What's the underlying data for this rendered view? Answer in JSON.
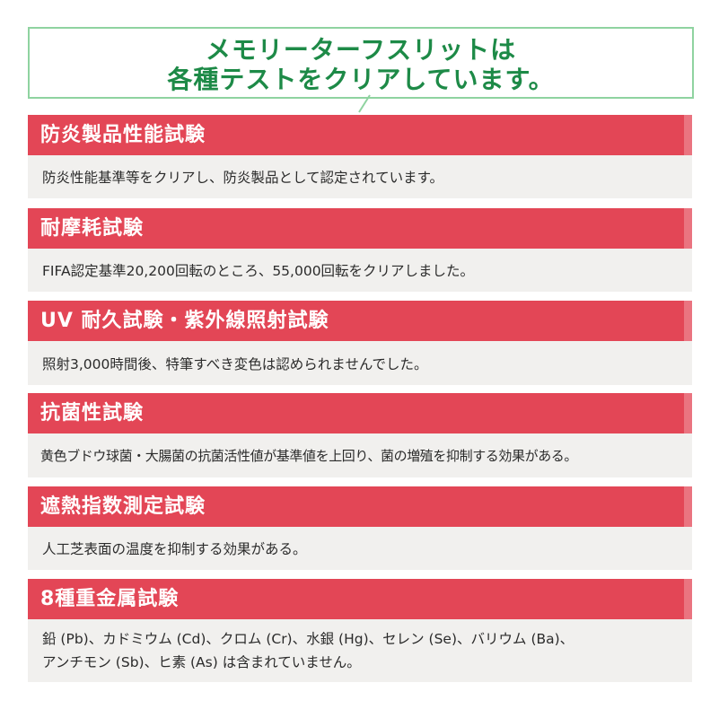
{
  "banner": {
    "line1": "メモリーターフスリットは",
    "line2": "各種テストをクリアしています。",
    "border_color": "#8fd3a0",
    "text_color": "#1d8a47"
  },
  "colors": {
    "header_bg": "#e34656",
    "header_edge": "#ea7480",
    "body_bg": "#f1f0ee"
  },
  "tests": [
    {
      "title": "防炎製品性能試験",
      "lines": [
        "防炎性能基準等をクリアし、防炎製品として認定されています。"
      ]
    },
    {
      "title": "耐摩耗試験",
      "lines": [
        "FIFA認定基準20,200回転のところ、55,000回転をクリアしました。"
      ]
    },
    {
      "title": "UV 耐久試験・紫外線照射試験",
      "lines": [
        "照射3,000時間後、特筆すべき変色は認められませんでした。"
      ]
    },
    {
      "title": "抗菌性試験",
      "lines": [
        "黄色ブドウ球菌・大腸菌の抗菌活性値が基準値を上回り、菌の増殖を抑制する効果がある。"
      ]
    },
    {
      "title": "遮熱指数測定試験",
      "lines": [
        "人工芝表面の温度を抑制する効果がある。"
      ]
    },
    {
      "title": "8種重金属試験",
      "lines": [
        "鉛 (Pb)、カドミウム (Cd)、クロム (Cr)、水銀 (Hg)、セレン (Se)、バリウム (Ba)、",
        "アンチモン (Sb)、ヒ素 (As) は含まれていません。"
      ]
    }
  ]
}
